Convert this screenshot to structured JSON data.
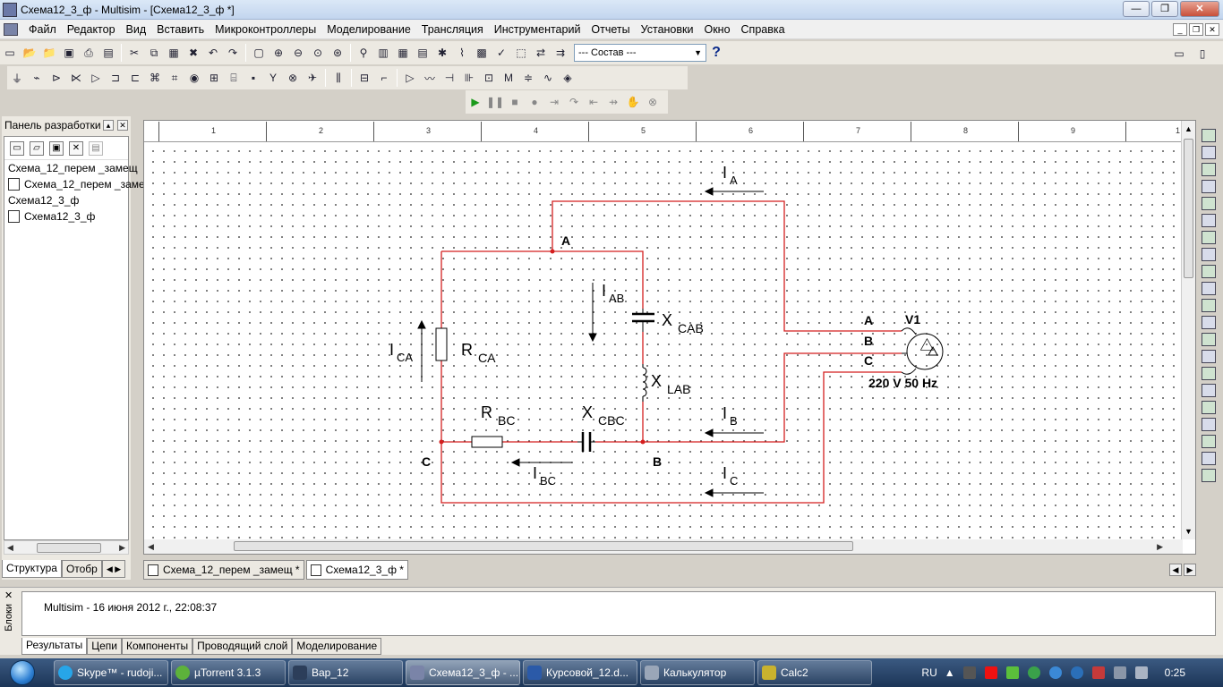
{
  "window": {
    "title": "Схема12_3_ф - Multisim - [Схема12_3_ф *]"
  },
  "menu": [
    "Файл",
    "Редактор",
    "Вид",
    "Вставить",
    "Микроконтроллеры",
    "Моделирование",
    "Трансляция",
    "Инструментарий",
    "Отчеты",
    "Установки",
    "Окно",
    "Справка"
  ],
  "toolbar": {
    "component_select": "--- Состав ---",
    "help": "?"
  },
  "design_panel": {
    "title": "Панель разработки",
    "items": [
      "Схема_12_перем _замещ",
      "Схема_12_перем _замещ",
      "Схема12_3_ф",
      "Схема12_3_ф"
    ],
    "tabs": [
      "Структура",
      "Отобр"
    ]
  },
  "ruler": [
    "1",
    "2",
    "3",
    "4",
    "5",
    "6",
    "7",
    "8",
    "9",
    "1"
  ],
  "schematic": {
    "node_a": "A",
    "node_b": "B",
    "node_c": "C",
    "i_a": "I",
    "i_a_sub": "A",
    "i_ab": "I",
    "i_ab_sub": "AB",
    "i_ca": "I",
    "i_ca_sub": "CA",
    "i_b": "I",
    "i_b_sub": "B",
    "i_c": "I",
    "i_c_sub": "C",
    "i_bc": "I",
    "i_bc_sub": "BC",
    "r_ca": "R",
    "r_ca_sub": "CA",
    "r_bc": "R",
    "r_bc_sub": "BC",
    "x_cab": "X",
    "x_cab_sub": "CAB",
    "x_lab": "X",
    "x_lab_sub": "LAB",
    "x_cbc": "X",
    "x_cbc_sub": "CBC",
    "source_name": "V1",
    "source_a": "A",
    "source_b": "B",
    "source_c": "C",
    "source_value": "220 V 50 Hz"
  },
  "doc_tabs": [
    "Схема_12_перем _замещ *",
    "Схема12_3_ф *"
  ],
  "results": {
    "side_label": "Блоки",
    "log_line": "Multisim  -  16 июня 2012 г., 22:08:37",
    "tabs": [
      "Результаты",
      "Цепи",
      "Компоненты",
      "Проводящий слой",
      "Моделирование"
    ]
  },
  "taskbar": {
    "items": [
      "Skype™ - rudoji...",
      "µTorrent 3.1.3",
      "Вар_12",
      "Схема12_3_ф - ...",
      "Курсовой_12.d...",
      "Калькулятор",
      "Calc2"
    ],
    "lang": "RU",
    "clock": "0:25"
  },
  "colors": {
    "wire": "#d41f1f",
    "accent": "#1c3557"
  }
}
